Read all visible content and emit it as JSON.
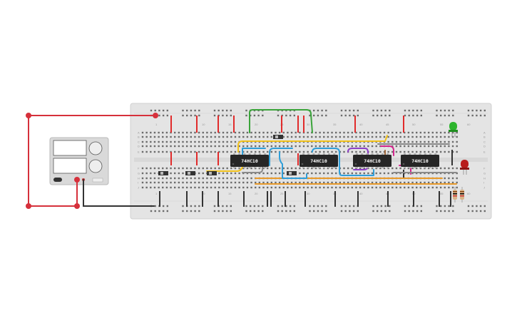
{
  "circuit": {
    "chips": [
      {
        "id": "chip-1",
        "label": "74HC10"
      },
      {
        "id": "chip-2",
        "label": "74HC10"
      },
      {
        "id": "chip-3",
        "label": "74HC10"
      },
      {
        "id": "chip-4",
        "label": "74HC10"
      }
    ],
    "breadboard": {
      "column_numbers": [
        "1",
        "10",
        "15",
        "20",
        "25",
        "30",
        "35",
        "40",
        "45",
        "50",
        "55",
        "60"
      ],
      "row_letters_top": [
        "A",
        "B",
        "C",
        "D",
        "E"
      ],
      "row_letters_bottom": [
        "F",
        "G",
        "H",
        "I",
        "J"
      ]
    },
    "leds": [
      {
        "color": "green",
        "hex": "#2db52d"
      },
      {
        "color": "red",
        "hex": "#b81c1c"
      }
    ],
    "colors": {
      "board": "#e4e4e4",
      "rail_red": "#e12b2b",
      "wire_red": "#d6303b",
      "wire_black": "#333333",
      "wire_green": "#3aa43a",
      "wire_yellow": "#f2c21b",
      "wire_blue": "#2f9ed8",
      "wire_orange": "#e89a2a",
      "wire_purple": "#8d3fc6",
      "wire_pink": "#d3268d",
      "wire_brown": "#a0683a",
      "wire_gray": "#8a8a8a",
      "chip_body": "#262626"
    }
  }
}
